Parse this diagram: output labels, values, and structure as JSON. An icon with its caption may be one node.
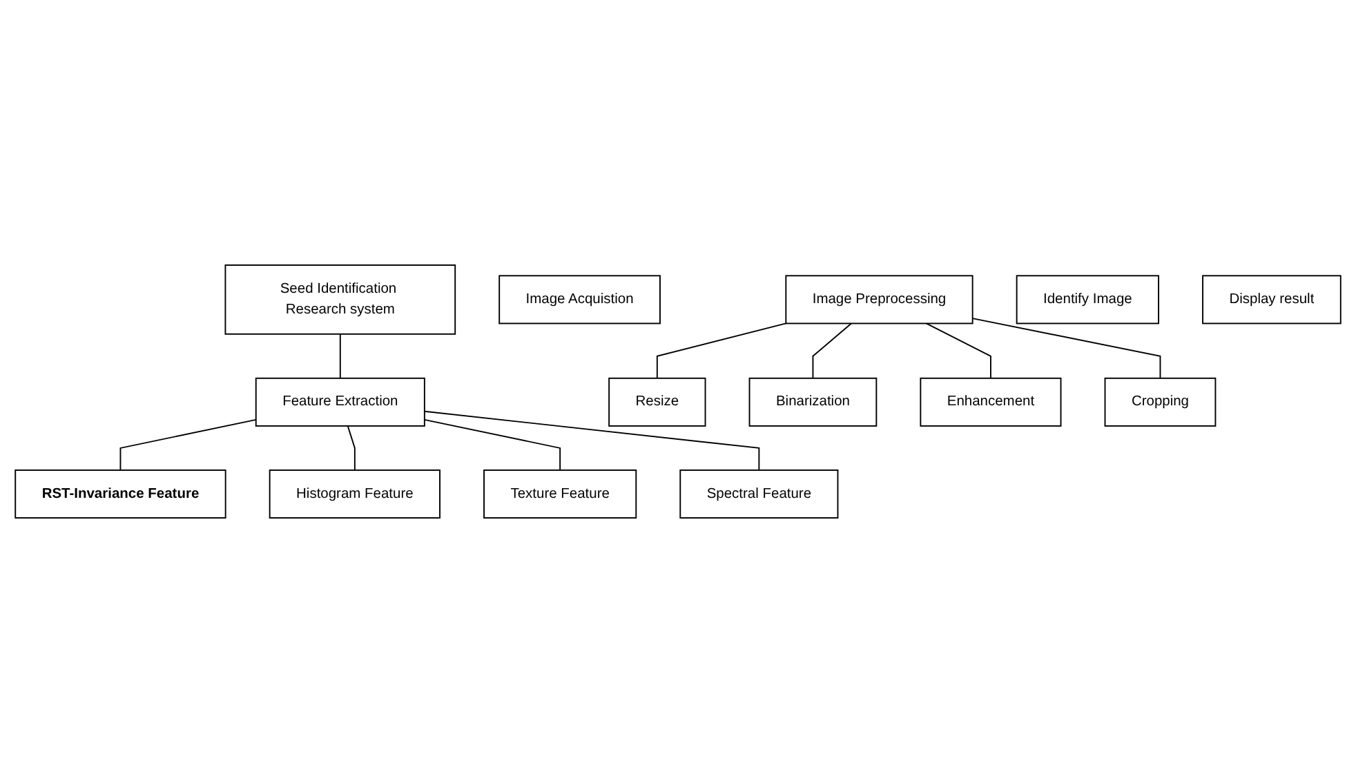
{
  "diagram": {
    "nodes": [
      {
        "text": [
          "Seed Identification Research system"
        ]
      },
      {
        "text": [
          "Image Acquistion"
        ]
      },
      {
        "text": [
          "Image Preprocessing"
        ]
      },
      {
        "text": [
          "Feature Extraction"
        ]
      },
      {
        "text": [
          "Identify Image"
        ]
      },
      {
        "text": [
          "Display result"
        ]
      },
      {
        "text": [
          "Resize"
        ]
      },
      {
        "text": [
          "Binarization"
        ]
      },
      {
        "text": [
          "Enhancement"
        ]
      },
      {
        "text": [
          "Cropping"
        ]
      },
      {
        "text": [
          "RST-Invariance Feature"
        ]
      },
      {
        "text": [
          "Histogram Feature"
        ]
      },
      {
        "text": [
          "Texture Feature"
        ]
      },
      {
        "text": [
          "Spectral Feature"
        ]
      }
    ],
    "edges": [
      {
        "from": 0,
        "to": 3,
        "arrow": "none"
      },
      {
        "from": 2,
        "to": 6,
        "arrow": "none"
      },
      {
        "from": 2,
        "to": 7,
        "arrow": "none"
      },
      {
        "from": 2,
        "to": 8,
        "arrow": "none"
      },
      {
        "from": 2,
        "to": 9,
        "arrow": "none"
      },
      {
        "from": 3,
        "to": 10,
        "arrow": "none"
      },
      {
        "from": 3,
        "to": 11,
        "arrow": "none"
      },
      {
        "from": 3,
        "to": 12,
        "arrow": "none"
      },
      {
        "from": 3,
        "to": 13,
        "arrow": "none"
      }
    ]
  }
}
